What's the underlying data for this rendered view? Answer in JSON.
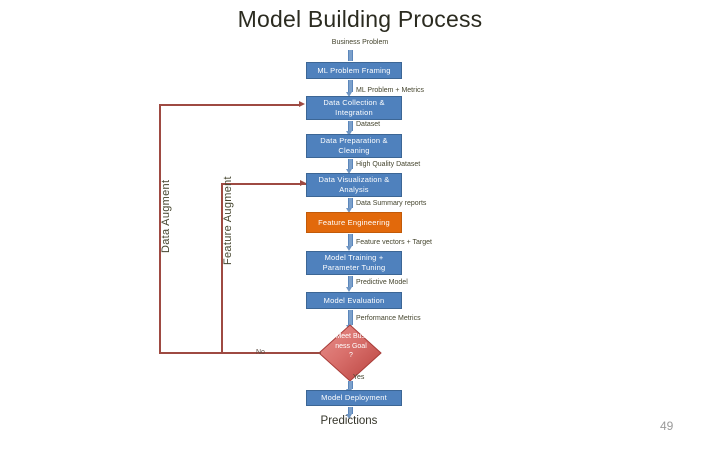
{
  "slide": {
    "title": "Model Building Process",
    "page_number": "49",
    "background_color": "#ffffff"
  },
  "colors": {
    "process_blue": "#4f81bd",
    "highlight_orange": "#e2690b",
    "decision_red": "#c0504d",
    "feedback_line": "#9e4a42",
    "arrow_blue": "#7ba0cb",
    "label_text": "#46462f"
  },
  "flow": {
    "start_label": "Business Problem",
    "nodes": [
      {
        "id": "ml-problem-framing",
        "label": "ML Problem Framing",
        "type": "process",
        "color": "#4f81bd"
      },
      {
        "id": "data-collection-integration",
        "label": "Data Collection & Integration",
        "type": "process",
        "color": "#4f81bd"
      },
      {
        "id": "data-preparation-cleaning",
        "label": "Data Preparation & Cleaning",
        "type": "process",
        "color": "#4f81bd"
      },
      {
        "id": "data-visualization-analysis",
        "label": "Data Visualization & Analysis",
        "type": "process",
        "color": "#4f81bd"
      },
      {
        "id": "feature-engineering",
        "label": "Feature Engineering",
        "type": "process",
        "color": "#e2690b"
      },
      {
        "id": "model-training-parameter-tuning",
        "label": "Model Training + Parameter Tuning",
        "type": "process",
        "color": "#4f81bd"
      },
      {
        "id": "model-evaluation",
        "label": "Model Evaluation",
        "type": "process",
        "color": "#4f81bd"
      },
      {
        "id": "meet-business-goal",
        "label": "Meet Business Goal ?",
        "type": "decision",
        "color": "#c0504d"
      },
      {
        "id": "model-deployment",
        "label": "Model Deployment",
        "type": "process",
        "color": "#4f81bd"
      }
    ],
    "edge_labels": [
      "ML Problem + Metrics",
      "Dataset",
      "High Quality Dataset",
      "Data Summary reports",
      "Feature vectors + Target",
      "Predictive Model",
      "Performance Metrics"
    ],
    "decision_branch_yes": "Yes",
    "decision_branch_no": "No",
    "end_label": "Predictions"
  },
  "feedback_loops": [
    {
      "id": "data-augment",
      "label": "Data Augment",
      "target": "Data Collection & Integration"
    },
    {
      "id": "feature-augment",
      "label": "Feature Augment",
      "target": "Data Visualization & Analysis"
    }
  ]
}
